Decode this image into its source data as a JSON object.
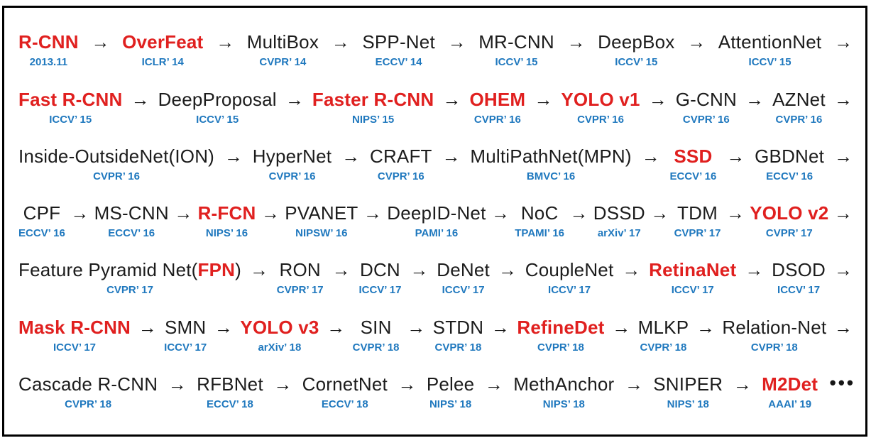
{
  "colors": {
    "red": "#e0201f",
    "blue": "#1f78be",
    "black": "#1c1c1c"
  },
  "arrow_glyph": "→",
  "ellipsis_glyph": "•••",
  "rows": [
    {
      "trailing": "arrow",
      "nodes": [
        {
          "name": "R-CNN",
          "style": "red",
          "venue": "2013.11"
        },
        {
          "name": "OverFeat",
          "style": "red",
          "venue": "ICLR’ 14"
        },
        {
          "name": "MultiBox",
          "style": "black",
          "venue": "CVPR’ 14"
        },
        {
          "name": "SPP-Net",
          "style": "black",
          "venue": "ECCV’ 14"
        },
        {
          "name": "MR-CNN",
          "style": "black",
          "venue": "ICCV’ 15"
        },
        {
          "name": "DeepBox",
          "style": "black",
          "venue": "ICCV’ 15"
        },
        {
          "name": "AttentionNet",
          "style": "black",
          "venue": "ICCV’ 15"
        }
      ]
    },
    {
      "trailing": "arrow",
      "nodes": [
        {
          "name": "Fast R-CNN",
          "style": "red",
          "venue": "ICCV’ 15"
        },
        {
          "name": "DeepProposal",
          "style": "black",
          "venue": "ICCV’ 15"
        },
        {
          "name": "Faster R-CNN",
          "style": "red",
          "venue": "NIPS’ 15"
        },
        {
          "name": "OHEM",
          "style": "red",
          "venue": "CVPR’ 16"
        },
        {
          "name": "YOLO v1",
          "style": "red",
          "venue": "CVPR’ 16"
        },
        {
          "name": "G-CNN",
          "style": "black",
          "venue": "CVPR’ 16"
        },
        {
          "name": "AZNet",
          "style": "black",
          "venue": "CVPR’ 16"
        }
      ]
    },
    {
      "trailing": "arrow",
      "nodes": [
        {
          "name": "Inside-OutsideNet(ION)",
          "style": "black",
          "venue": "CVPR’ 16"
        },
        {
          "name": "HyperNet",
          "style": "black",
          "venue": "CVPR’ 16"
        },
        {
          "name": "CRAFT",
          "style": "black",
          "venue": "CVPR’ 16"
        },
        {
          "name": "MultiPathNet(MPN)",
          "style": "black",
          "venue": "BMVC’ 16"
        },
        {
          "name": "SSD",
          "style": "red",
          "venue": "ECCV’ 16"
        },
        {
          "name": "GBDNet",
          "style": "black",
          "venue": "ECCV’ 16"
        }
      ]
    },
    {
      "trailing": "arrow",
      "nodes": [
        {
          "name": "CPF",
          "style": "black",
          "venue": "ECCV’ 16"
        },
        {
          "name": "MS-CNN",
          "style": "black",
          "venue": "ECCV’ 16"
        },
        {
          "name": "R-FCN",
          "style": "red",
          "venue": "NIPS’ 16"
        },
        {
          "name": "PVANET",
          "style": "black",
          "venue": "NIPSW’ 16"
        },
        {
          "name": "DeepID-Net",
          "style": "black",
          "venue": "PAMI’ 16"
        },
        {
          "name": "NoC",
          "style": "black",
          "venue": "TPAMI’ 16"
        },
        {
          "name": "DSSD",
          "style": "black",
          "venue": "arXiv’ 17"
        },
        {
          "name": "TDM",
          "style": "black",
          "venue": "CVPR’ 17"
        },
        {
          "name": "YOLO v2",
          "style": "red",
          "venue": "CVPR’ 17"
        }
      ]
    },
    {
      "trailing": "arrow",
      "nodes": [
        {
          "name": "Feature Pyramid Net(FPN)",
          "style": "black",
          "venue": "CVPR’ 17",
          "parts": [
            {
              "text": "Feature Pyramid Net(",
              "style": "black"
            },
            {
              "text": "FPN",
              "style": "red"
            },
            {
              "text": ")",
              "style": "black"
            }
          ]
        },
        {
          "name": "RON",
          "style": "black",
          "venue": "CVPR’ 17"
        },
        {
          "name": "DCN",
          "style": "black",
          "venue": "ICCV’ 17"
        },
        {
          "name": "DeNet",
          "style": "black",
          "venue": "ICCV’ 17"
        },
        {
          "name": "CoupleNet",
          "style": "black",
          "venue": "ICCV’ 17"
        },
        {
          "name": "RetinaNet",
          "style": "red",
          "venue": "ICCV’ 17"
        },
        {
          "name": "DSOD",
          "style": "black",
          "venue": "ICCV’ 17"
        }
      ]
    },
    {
      "trailing": "arrow",
      "nodes": [
        {
          "name": "Mask R-CNN",
          "style": "red",
          "venue": "ICCV’ 17"
        },
        {
          "name": "SMN",
          "style": "black",
          "venue": "ICCV’ 17"
        },
        {
          "name": "YOLO v3",
          "style": "red",
          "venue": "arXiv’ 18"
        },
        {
          "name": "SIN",
          "style": "black",
          "venue": "CVPR’ 18"
        },
        {
          "name": "STDN",
          "style": "black",
          "venue": "CVPR’ 18"
        },
        {
          "name": "RefineDet",
          "style": "red",
          "venue": "CVPR’ 18"
        },
        {
          "name": "MLKP",
          "style": "black",
          "venue": "CVPR’ 18"
        },
        {
          "name": "Relation-Net",
          "style": "black",
          "venue": "CVPR’ 18"
        }
      ]
    },
    {
      "trailing": "ellipsis",
      "nodes": [
        {
          "name": "Cascade R-CNN",
          "style": "black",
          "venue": "CVPR’ 18"
        },
        {
          "name": "RFBNet",
          "style": "black",
          "venue": "ECCV’ 18"
        },
        {
          "name": "CornetNet",
          "style": "black",
          "venue": "ECCV’ 18"
        },
        {
          "name": "Pelee",
          "style": "black",
          "venue": "NIPS’ 18"
        },
        {
          "name": "MethAnchor",
          "style": "black",
          "venue": "NIPS’ 18"
        },
        {
          "name": "SNIPER",
          "style": "black",
          "venue": "NIPS’ 18"
        },
        {
          "name": "M2Det",
          "style": "red",
          "venue": "AAAI’ 19"
        }
      ]
    }
  ]
}
